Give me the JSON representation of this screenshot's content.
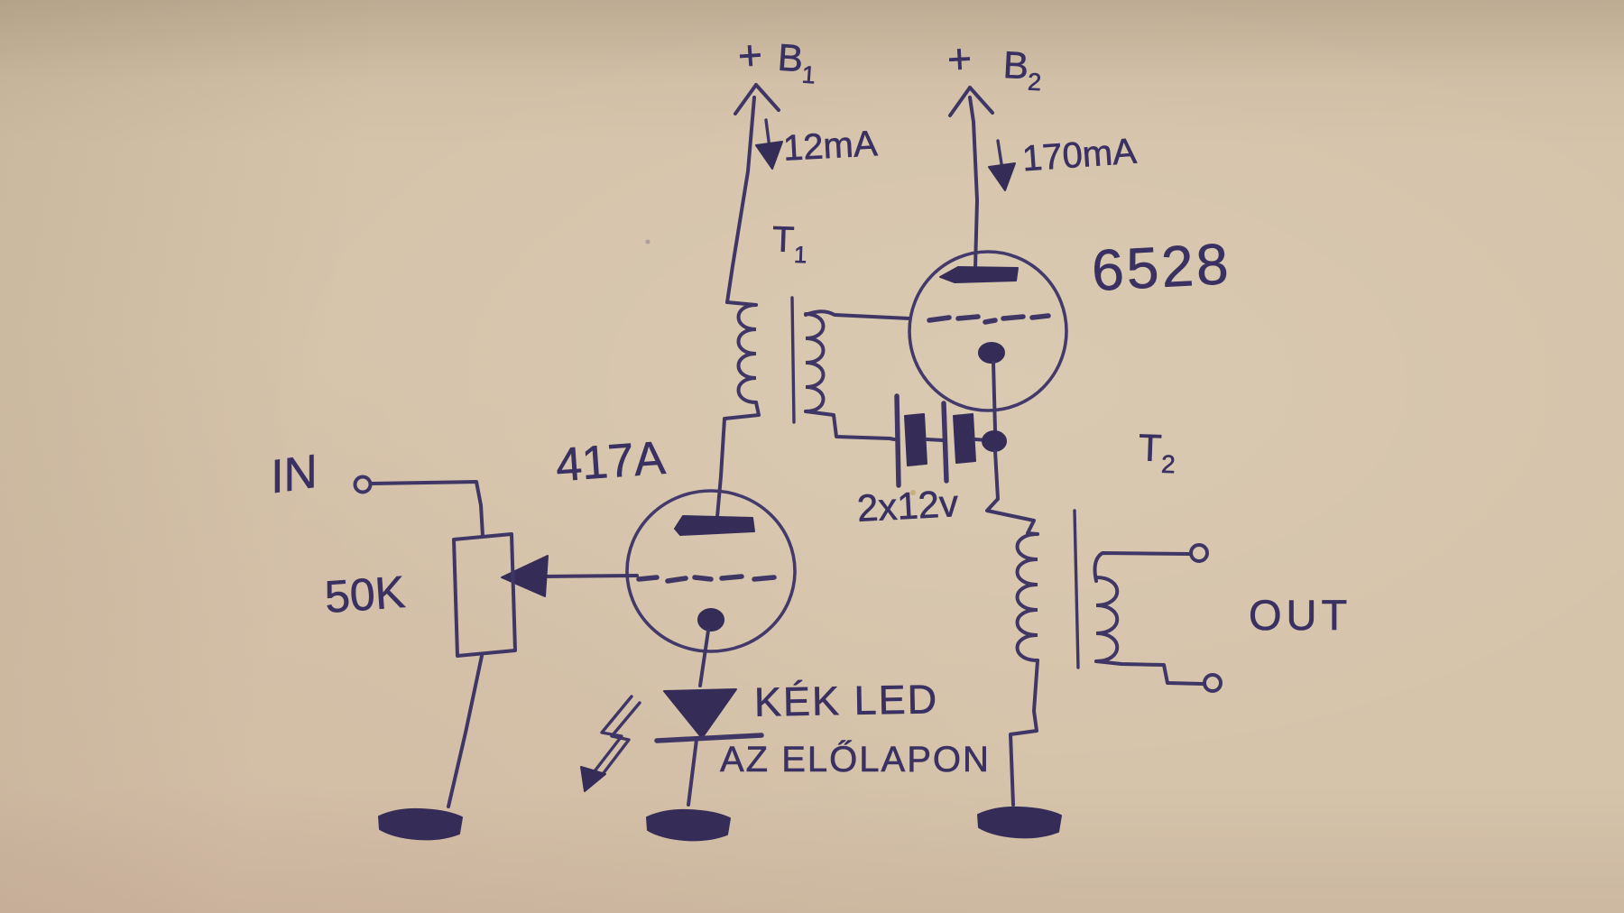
{
  "colors": {
    "paper": "#d5c3aa",
    "ink": "#3a3162"
  },
  "supplies": {
    "b1": {
      "plus": "+",
      "name": "B",
      "sub": "1",
      "current": "12mA"
    },
    "b2": {
      "plus": "+",
      "name": "B",
      "sub": "2",
      "current": "170mA"
    }
  },
  "input": {
    "label": "IN",
    "pot_value": "50K"
  },
  "output": {
    "label": "OUT"
  },
  "tubes": {
    "driver": "417A",
    "power": "6528"
  },
  "transformers": {
    "t1": {
      "name": "T",
      "sub": "1"
    },
    "t2": {
      "name": "T",
      "sub": "2"
    }
  },
  "bias_battery": {
    "value": "2x12v"
  },
  "led_note": {
    "line1": "KÉK LED",
    "line2": "AZ ELŐLAPON"
  },
  "symbols": {
    "current_arrow": "down-arrow",
    "supply_arrow": "up-arrow",
    "led_flash": "lightning-arrow",
    "ground": "filled-bar"
  }
}
